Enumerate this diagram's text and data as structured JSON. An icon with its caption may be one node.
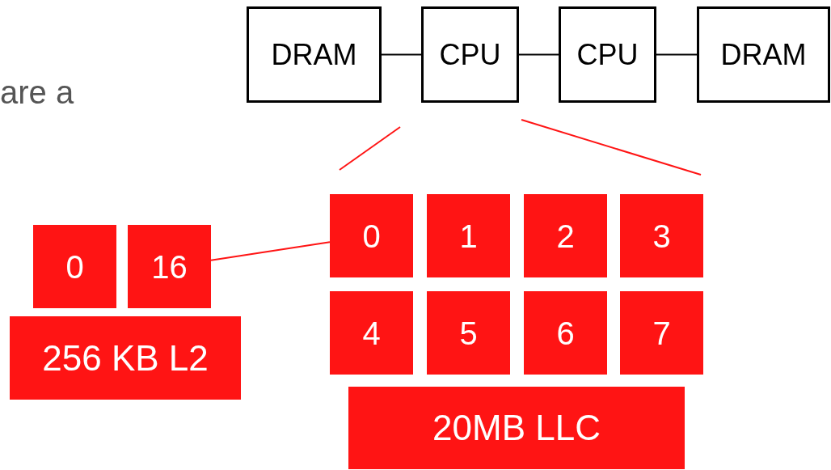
{
  "diagram": {
    "nodes": [
      {
        "text": [
          "DRAM"
        ]
      },
      {
        "text": [
          "CPU"
        ]
      },
      {
        "text": [
          "CPU"
        ]
      },
      {
        "text": [
          "DRAM"
        ]
      },
      {
        "text": [
          "0"
        ]
      },
      {
        "text": [
          "1"
        ]
      },
      {
        "text": [
          "2"
        ]
      },
      {
        "text": [
          "3"
        ]
      },
      {
        "text": [
          "4"
        ]
      },
      {
        "text": [
          "5"
        ]
      },
      {
        "text": [
          "6"
        ]
      },
      {
        "text": [
          "7"
        ]
      },
      {
        "text": [
          "20MB LLC"
        ]
      },
      {
        "text": [
          "0"
        ]
      },
      {
        "text": [
          "16"
        ]
      },
      {
        "text": [
          "256 KB L2"
        ]
      }
    ],
    "edges": [
      {
        "from": 0,
        "to": 1,
        "arrow": "none"
      },
      {
        "from": 1,
        "to": 2,
        "arrow": "none"
      },
      {
        "from": 2,
        "to": 3,
        "arrow": "none"
      },
      {
        "from": 14,
        "to": 4,
        "arrow": "none",
        "color": "#ff1414"
      }
    ],
    "labels": [
      "are a"
    ]
  }
}
